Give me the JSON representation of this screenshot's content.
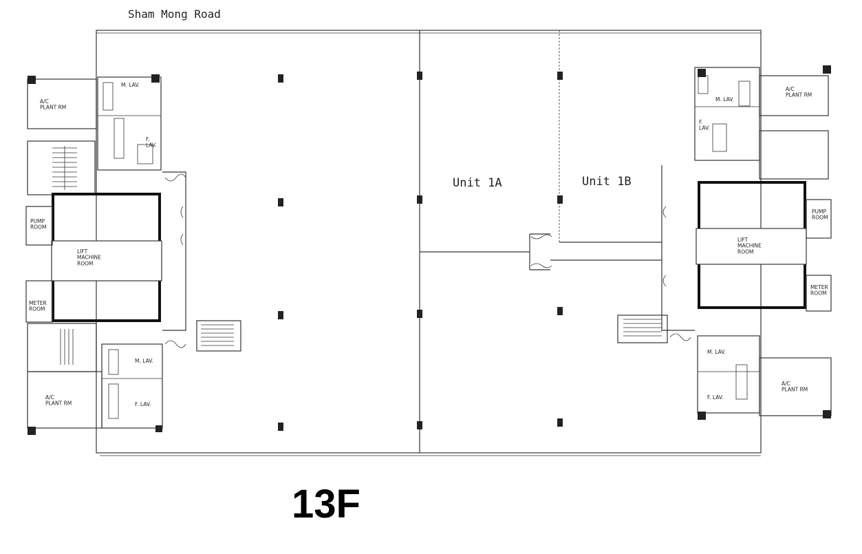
{
  "road_label": "Sham Mong Road",
  "floor_label": "13F",
  "units": {
    "unit_1a": "Unit 1A",
    "unit_1b": "Unit 1B"
  },
  "rooms": {
    "left": {
      "ac_top": "A/C\nPLANT RM",
      "m_lav_top": "M. LAV.",
      "f_lav_top": "F.\nLAV.",
      "pump_room": "PUMP\nROOM",
      "lift_machine_room": "LIFT\nMACHINE\nROOM",
      "meter_room": "METER\nROOM",
      "m_lav_bottom": "M. LAV.",
      "f_lav_bottom": "F. LAV.",
      "ac_bottom": "A/C\nPLANT RM"
    },
    "right": {
      "ac_top": "A/C\nPLANT RM",
      "m_lav_top": "M. LAV.",
      "f_lav_top": "F.\nLAV.",
      "pump_room": "PUMP\nROOM",
      "lift_machine_room": "LIFT\nMACHINE\nROOM",
      "meter_room": "METER\nROOM",
      "m_lav_bottom": "M. LAV.",
      "f_lav_bottom": "F. LAV.",
      "ac_bottom": "A/C\nPLANT RM"
    }
  }
}
